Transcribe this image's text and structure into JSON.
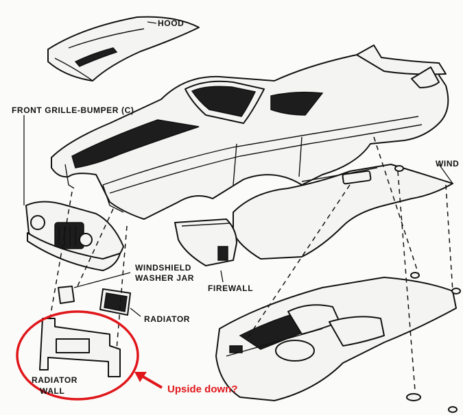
{
  "labels": {
    "hood": "HOOD",
    "front_grille_bumper": "FRONT GRILLE-BUMPER (C)",
    "windshield_cut": "WIND",
    "windshield_washer_jar_line1": "WINDSHIELD",
    "windshield_washer_jar_line2": "WASHER JAR",
    "firewall": "FIREWALL",
    "radiator": "RADIATOR",
    "radiator_wall_line1": "RADIATOR",
    "radiator_wall_line2": "WALL"
  },
  "annotation": {
    "text": "Upside down?",
    "color": "#e0161b"
  }
}
